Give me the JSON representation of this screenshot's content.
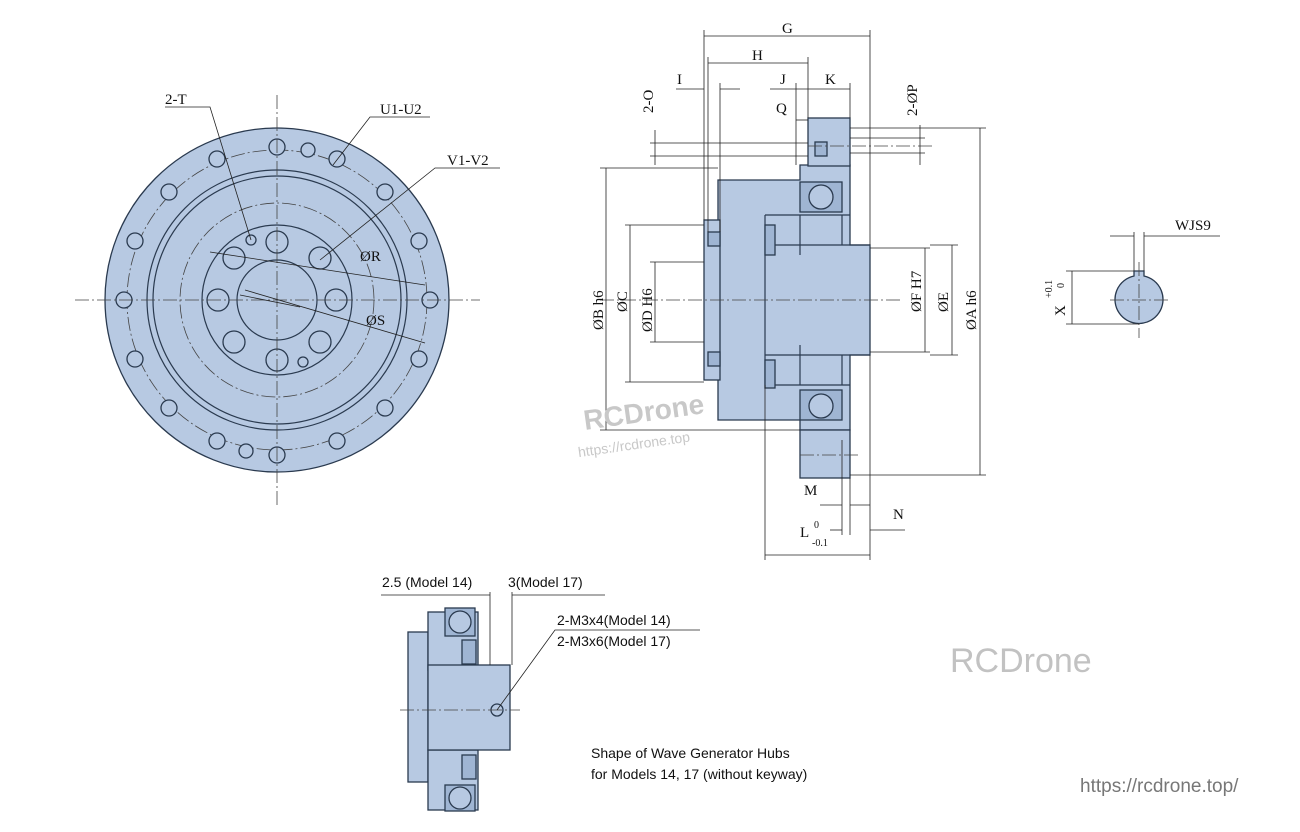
{
  "labels": {
    "t": "2-T",
    "u": "U1-U2",
    "v": "V1-V2",
    "r": "ØR",
    "s": "ØS",
    "g": "G",
    "h": "H",
    "i": "I",
    "j": "J",
    "k": "K",
    "q": "Q",
    "o": "2-O",
    "p": "2-ØP",
    "b": "ØB h6",
    "c": "ØC",
    "d": "ØD H6",
    "f": "ØF H7",
    "e": "ØE",
    "a": "ØA h6",
    "m": "M",
    "n": "N",
    "l": "L",
    "l_tol_upper": "0",
    "l_tol_lower": "-0.1",
    "w": "WJS9",
    "x": "X",
    "x_tol_upper": "+0.1",
    "x_tol_lower": "0"
  },
  "hub": {
    "dim_model14": "2.5 (Model 14)",
    "dim_model17": "3(Model 17)",
    "screw_model14": "2-M3x4(Model 14)",
    "screw_model17": "2-M3x6(Model 17)",
    "caption_line1": "Shape of Wave Generator Hubs",
    "caption_line2": "for Models 14, 17 (without keyway)"
  },
  "watermarks": {
    "brand": "RCDrone",
    "url": "https://rcdrone.top/",
    "url_short": "https://rcdrone.top"
  },
  "colors": {
    "part_fill": "#b7c9e2",
    "outline": "#2a3a4f"
  }
}
